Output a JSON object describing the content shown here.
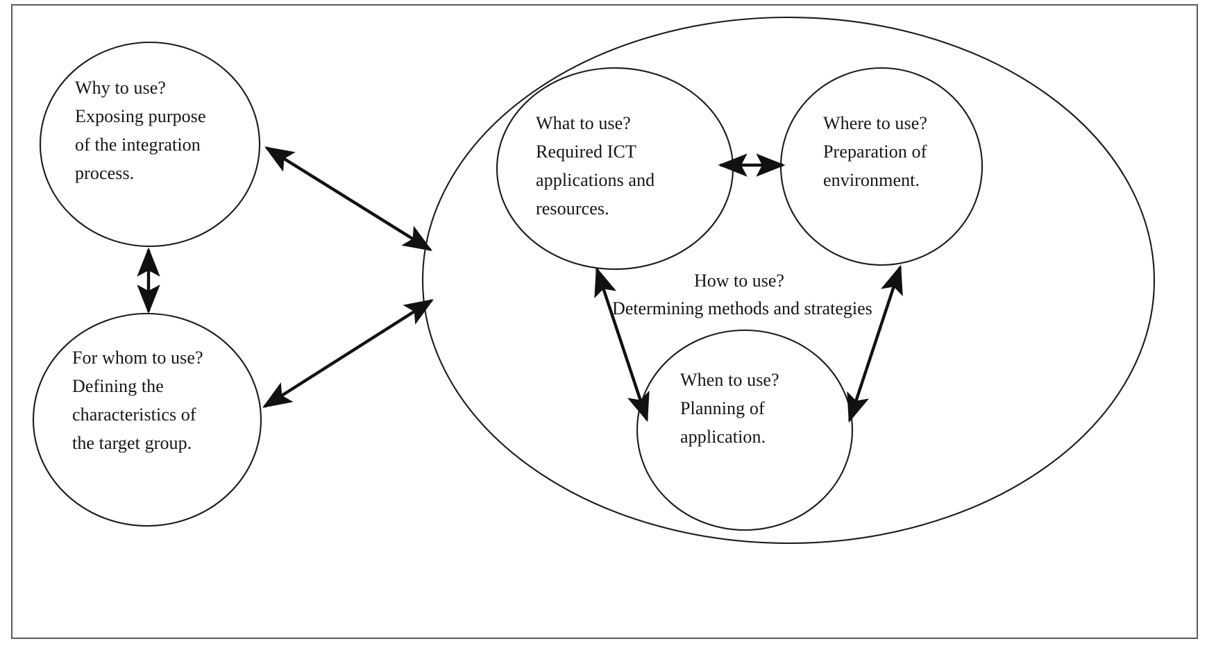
{
  "diagram": {
    "title": "ICT integration planning questions diagram",
    "frame": {
      "stroke": "#5a5a5a"
    },
    "stroke_color": "#1a1a1a",
    "nodes": [
      {
        "id": "why",
        "name": "why-to-use",
        "text": "Why to use?\nExposing purpose\nof the integration\nprocess."
      },
      {
        "id": "for-whom",
        "name": "for-whom-to-use",
        "text": "For whom to use?\nDefining the\ncharacteristics of\nthe target group."
      },
      {
        "id": "what",
        "name": "what-to-use",
        "text": "What to use?\nRequired ICT\napplications and\nresources."
      },
      {
        "id": "where",
        "name": "where-to-use",
        "text": "Where to use?\nPreparation of\nenvironment."
      },
      {
        "id": "when",
        "name": "when-to-use",
        "text": "When to use?\nPlanning of\napplication."
      }
    ],
    "group_label": {
      "line1": "How to use?",
      "line2": "Determining methods and strategies"
    }
  }
}
